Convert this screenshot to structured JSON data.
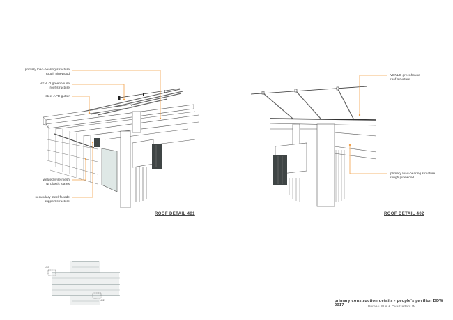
{
  "colors": {
    "leader": "#f2a14a",
    "line": "#555555",
    "dark_block": "#3f4545",
    "panel": "#dfe8e6",
    "plan_line": "#5f7373"
  },
  "detail_401": {
    "caption": "ROOF DETAIL 401",
    "labels": [
      {
        "line1": "primary load-bearing structure",
        "line2": "rough pinewood"
      },
      {
        "line1": "VENLO greenhouse",
        "line2": "roof structure"
      },
      {
        "line1": "steel APD gutter",
        "line2": ""
      },
      {
        "line1": "welded wire mesh",
        "line2": "w/ plastic slates"
      },
      {
        "line1": "secundary steel facade",
        "line2": "support structure"
      }
    ]
  },
  "detail_402": {
    "caption": "ROOF DETAIL 402",
    "labels": [
      {
        "line1": "VENLO greenhouse",
        "line2": "roof structure"
      },
      {
        "line1": "primary load-bearing structure",
        "line2": "rough pinewood"
      }
    ]
  },
  "key_plan": {
    "marker_401": "401",
    "marker_402": "402"
  },
  "title_block": {
    "title": "primary construction details - people's pavilion DDW 2017",
    "credits": "Bureau SLA & Overtreders W"
  }
}
